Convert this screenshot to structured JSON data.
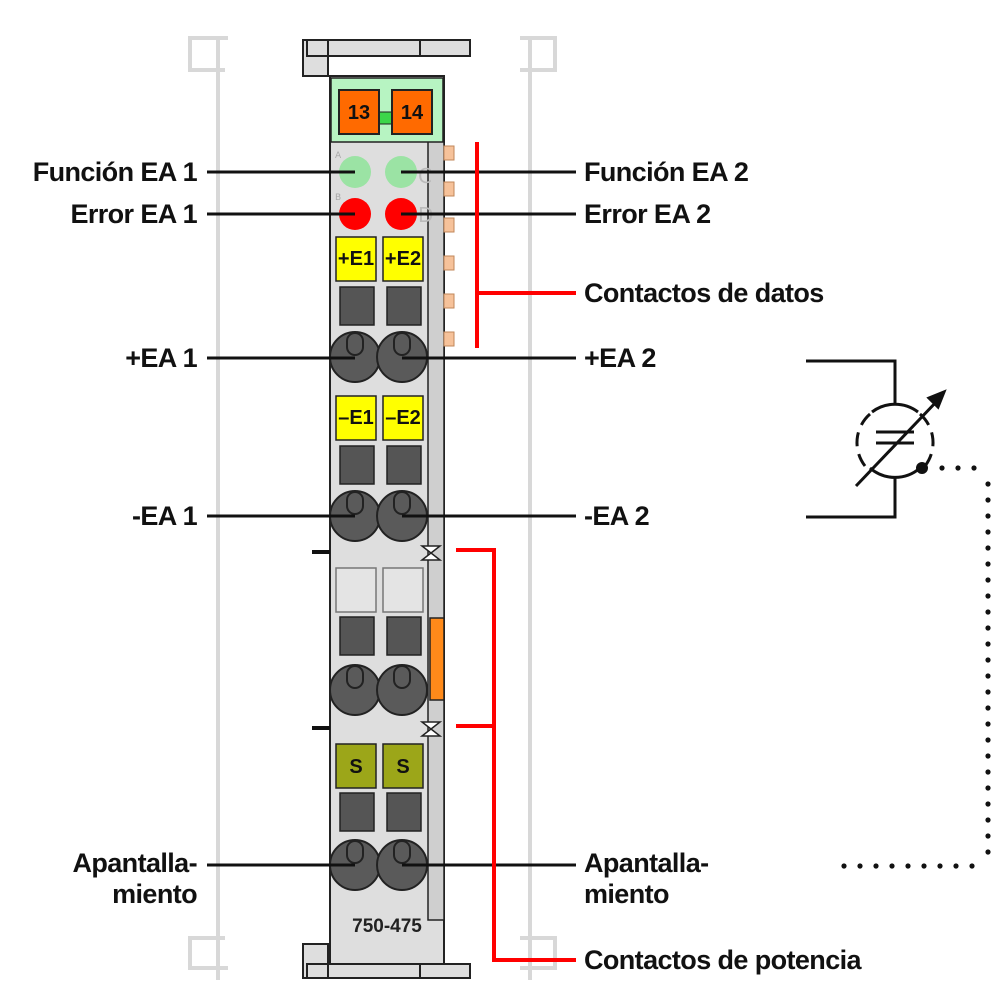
{
  "module": {
    "model": "750-475",
    "top_terminals": [
      "13",
      "14"
    ],
    "led_letters": [
      "A",
      "B",
      "C",
      "D"
    ],
    "marks": [
      "+E1",
      "+E2",
      "–E1",
      "–E2",
      "S",
      "S"
    ],
    "colors": {
      "body": "#dcdcdc",
      "led_function": "#9be3a4",
      "led_error": "#ff0000",
      "marker_yellow": "#ffff00",
      "marker_olive": "#9ca619",
      "terminal_orange": "#ff6a00",
      "header_green": "#b7f4c2",
      "accent_red": "#ff0000"
    }
  },
  "labels": {
    "left": {
      "function_ea1": "Función EA 1",
      "error_ea1": "Error EA 1",
      "plus_ea1": "+EA 1",
      "minus_ea1": "-EA 1",
      "shield_l1": "Apantalla-",
      "shield_l2": "miento"
    },
    "right": {
      "function_ea2": "Función EA 2",
      "error_ea2": "Error EA 2",
      "data_contacts": "Contactos de datos",
      "plus_ea2": "+EA 2",
      "minus_ea2": "-EA 2",
      "shield_l1": "Apantalla-",
      "shield_l2": "miento",
      "power_contacts": "Contactos de potencia"
    }
  },
  "icons": [
    "variable-sensor-symbol-icon",
    "din-rail-outline-icon"
  ]
}
